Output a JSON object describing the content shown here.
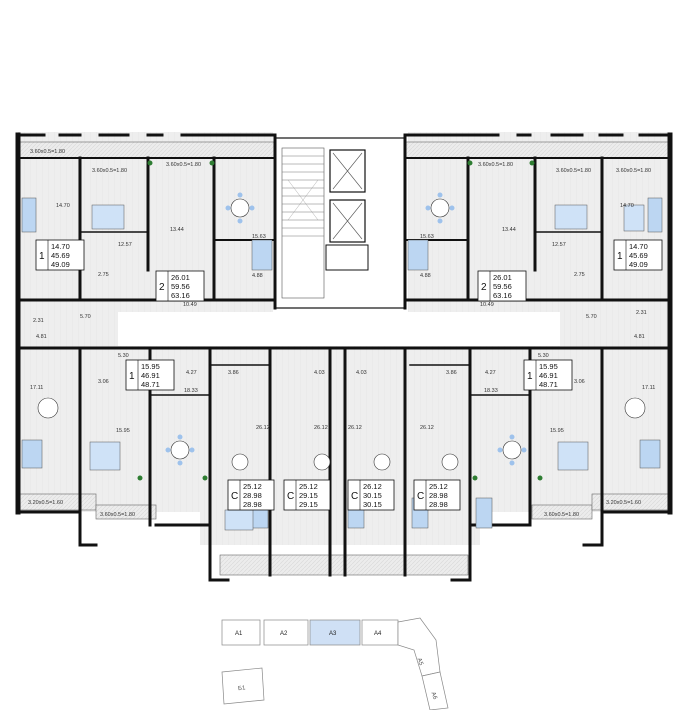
{
  "plan": {
    "balconies": {
      "top_a": "3.60x0.5=1.80",
      "top_b": "3.60x0.5=1.80",
      "top_c": "3.60x0.5=1.80",
      "top_d": "3.60x0.5=1.80",
      "top_e": "3.60x0.5=1.80",
      "top_f": "3.60x0.5=1.80",
      "bot_l1": "3.20x0.5=1.60",
      "bot_l2": "3.60x0.5=1.80",
      "bot_r1": "3.60x0.5=1.80",
      "bot_r2": "3.20x0.5=1.60"
    },
    "rooms": {
      "r1470a": "14.70",
      "r1257a": "12.57",
      "r1344a": "13.44",
      "r1563a": "15.63",
      "r488a": "4.88",
      "r275a": "2.75",
      "r1049a": "10.49",
      "r231a": "2.31",
      "r481a": "4.81",
      "r570a": "5.70",
      "r530a": "5.30",
      "r306a": "3.06",
      "r1711a": "17.11",
      "r1595a": "15.95",
      "r1833a": "18.33",
      "r427a": "4.27",
      "r386a": "3.86",
      "r403a": "4.03",
      "r403b": "4.03",
      "r2612a": "26.12",
      "r2612b": "26.12",
      "r2612c": "26.12",
      "r2612d": "26.12",
      "r1470b": "14.70",
      "r1257b": "12.57",
      "r1344b": "13.44",
      "r1563b": "15.63",
      "r488b": "4.88",
      "r275b": "2.75",
      "r1049b": "10.49",
      "r231b": "2.31",
      "r481b": "4.81",
      "r570b": "5.70",
      "r530b": "5.30",
      "r306b": "3.06",
      "r1711b": "17.11",
      "r1595b": "15.95",
      "r1833b": "18.33",
      "r427b": "4.27",
      "r386b": "3.86"
    },
    "apartments": [
      {
        "type": "1",
        "living": "14.70",
        "total": "45.69",
        "area": "49.09"
      },
      {
        "type": "2",
        "living": "26.01",
        "total": "59.56",
        "area": "63.16"
      },
      {
        "type": "2",
        "living": "26.01",
        "total": "59.56",
        "area": "63.16"
      },
      {
        "type": "1",
        "living": "14.70",
        "total": "45.69",
        "area": "49.09"
      },
      {
        "type": "1",
        "living": "15.95",
        "total": "46.91",
        "area": "48.71"
      },
      {
        "type": "1",
        "living": "15.95",
        "total": "46.91",
        "area": "48.71"
      },
      {
        "type": "C",
        "living": "25.12",
        "total": "28.98",
        "area": "28.98"
      },
      {
        "type": "C",
        "living": "25.12",
        "total": "29.15",
        "area": "29.15"
      },
      {
        "type": "C",
        "living": "26.12",
        "total": "30.15",
        "area": "30.15"
      },
      {
        "type": "C",
        "living": "25.12",
        "total": "28.98",
        "area": "28.98"
      }
    ]
  },
  "key_plan": {
    "sections": [
      "А1",
      "А2",
      "А3",
      "А4",
      "А5",
      "А6",
      "Б1"
    ],
    "highlighted": "А3",
    "highlight_color": "#cfe0f5"
  },
  "colors": {
    "wall": "#111111",
    "floor": "#e9e9e9",
    "bath_blue": "#bcd6f2",
    "plant": "#2e7d32"
  }
}
